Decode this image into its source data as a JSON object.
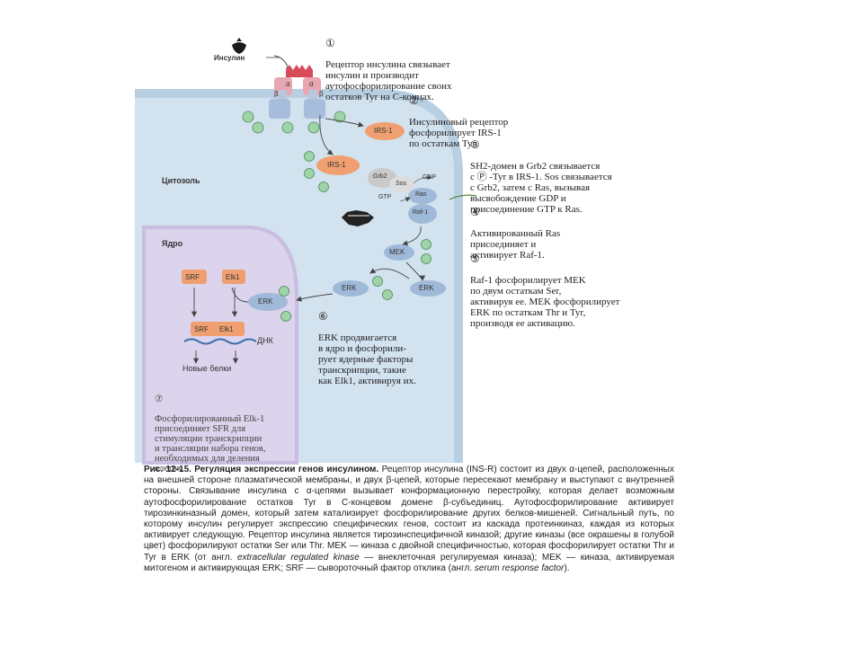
{
  "labels": {
    "insulin": "Инсулин",
    "cytosol": "Цитозоль",
    "nucleus": "Ядро",
    "dna": "ДНК",
    "new_proteins": "Новые белки",
    "irs1": "IRS-1",
    "grb2": "Grb2",
    "sos": "Sos",
    "ras": "Ras",
    "raf1": "Raf-1",
    "gdp": "GDP",
    "gtp": "GTP",
    "mek": "MEK",
    "erk": "ERK",
    "srf": "SRF",
    "elk1": "Elk1",
    "p": "P",
    "alpha": "α",
    "beta": "β"
  },
  "steps": {
    "s1": {
      "num": "①",
      "text": "Рецептор инсулина связывает\nинсулин и производит\nаутофосфорилирование своих\nостатков Tyr на C-концах."
    },
    "s2": {
      "num": "②",
      "text": "Инсулиновый рецептор\nфосфорилирует IRS-1\nпо остаткам Tyr."
    },
    "s3": {
      "num": "③",
      "text": "SH2-домен в Grb2 связывается\nс Ⓟ -Tyr в IRS-1. Sos связывается\nс Grb2, затем с Ras, вызывая\nвысвобождение GDP и\nприсоединение GTP к Ras."
    },
    "s4": {
      "num": "④",
      "text": "Активированный Ras\nприсоединяет и\nактивирует Raf-1."
    },
    "s5": {
      "num": "⑤",
      "text": "Raf-1 фосфорилирует MEK\nпо двум остаткам Ser,\nактивируя ее. MEK фосфорилирует\nERK по остаткам Thr и Tyr,\nпроизводя ее активацию."
    },
    "s6": {
      "num": "⑥",
      "text": "ERK продвигается\nв ядро и фосфорили-\nрует ядерные факторы\nтранскрипции, такие\nкак Elk1, активируя их."
    },
    "s7": {
      "num": "⑦",
      "text": "Фосфорилированный Elk-1\nприсоединяет SFR для\nстимуляции транскрипции\nи трансляции набора генов,\nнеобходимых для деления\nклеток."
    }
  },
  "caption": {
    "title": "Рис. 12-15. Регуляция экспрессии генов инсулином.",
    "body1": " Рецептор инсулина (INS-R) состоит из двух α-цепей, расположенных на внешней стороне плазматической мембраны, и двух β-цепей, которые пересекают мембрану и выступают с внутренней стороны. Связывание инсулина с α-цепями вызывает конформационную перестройку, которая делает возможным аутофосфорилирование остатков Tyr в C-концевом домене β-субъединиц. Аутофосфорилирование активирует тирозинкиназный домен, который затем катализирует фосфорилирование других белков-мишеней. Сигнальный путь, по которому инсулин регулирует экспрессию специфических генов, состоит из каскада протеинкиназ, каждая из которых активирует следующую. Рецептор инсулина является тирозинспецифичной киназой; другие киназы (все окрашены в голубой цвет) фосфорилируют остатки Ser или Thr. MEK — киназа с двойной специфичностью, которая фосфорилирует остатки Thr и Tyr в ERK (от англ. ",
    "it1": "extracellular regulated kinase",
    "body2": " — внеклеточная регулируемая киназа); MEK — киназа, активируемая митогеном и активирующая ERK; SRF — сывороточный фактор отклика (англ. ",
    "it2": "serum response factor",
    "body3": ")."
  },
  "colors": {
    "cytosol": "#cfe0ee",
    "nucleus": "#d9d0ea",
    "kinase_blue": "#9fb9d8",
    "irs_orange": "#f0a070",
    "p_green": "#9fd4a8",
    "insulin_red": "#d84a5a"
  }
}
